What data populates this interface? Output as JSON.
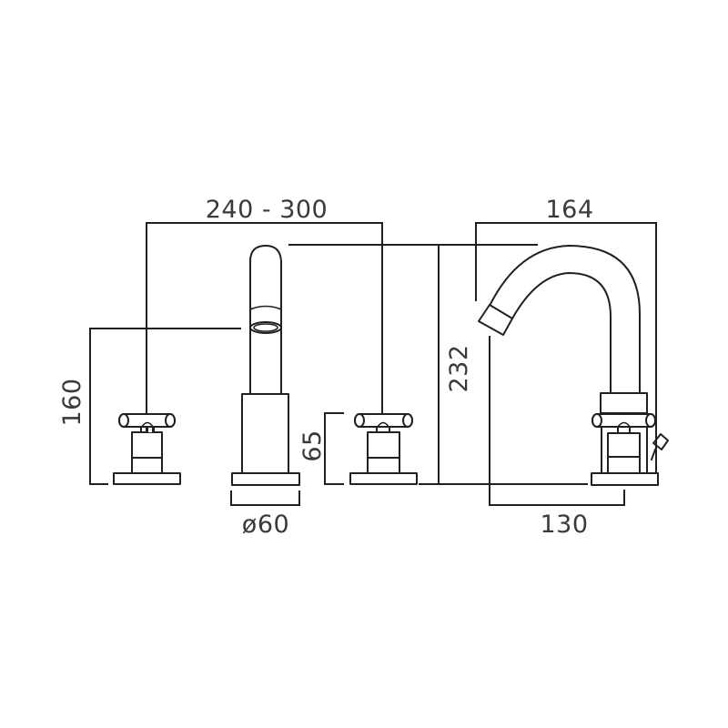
{
  "drawing": {
    "title": "Three-hole basin mixer technical dimensions",
    "line_color": "#231f20",
    "text_color": "#3a3a3a",
    "background": "#ffffff",
    "units": "mm"
  },
  "dimensions": {
    "handle_spacing": "240 - 300",
    "spout_reach": "164",
    "overall_height": "232",
    "spout_outlet_height": "160",
    "handle_height": "65",
    "base_diameter": "ø60",
    "bidet_spout_projection": "130"
  },
  "components": [
    {
      "name": "left-cross-handle-valve",
      "view": "front"
    },
    {
      "name": "straight-spout",
      "view": "front"
    },
    {
      "name": "right-cross-handle-valve",
      "view": "front"
    },
    {
      "name": "swan-neck-spout-with-pop-up-lever",
      "view": "side"
    }
  ]
}
